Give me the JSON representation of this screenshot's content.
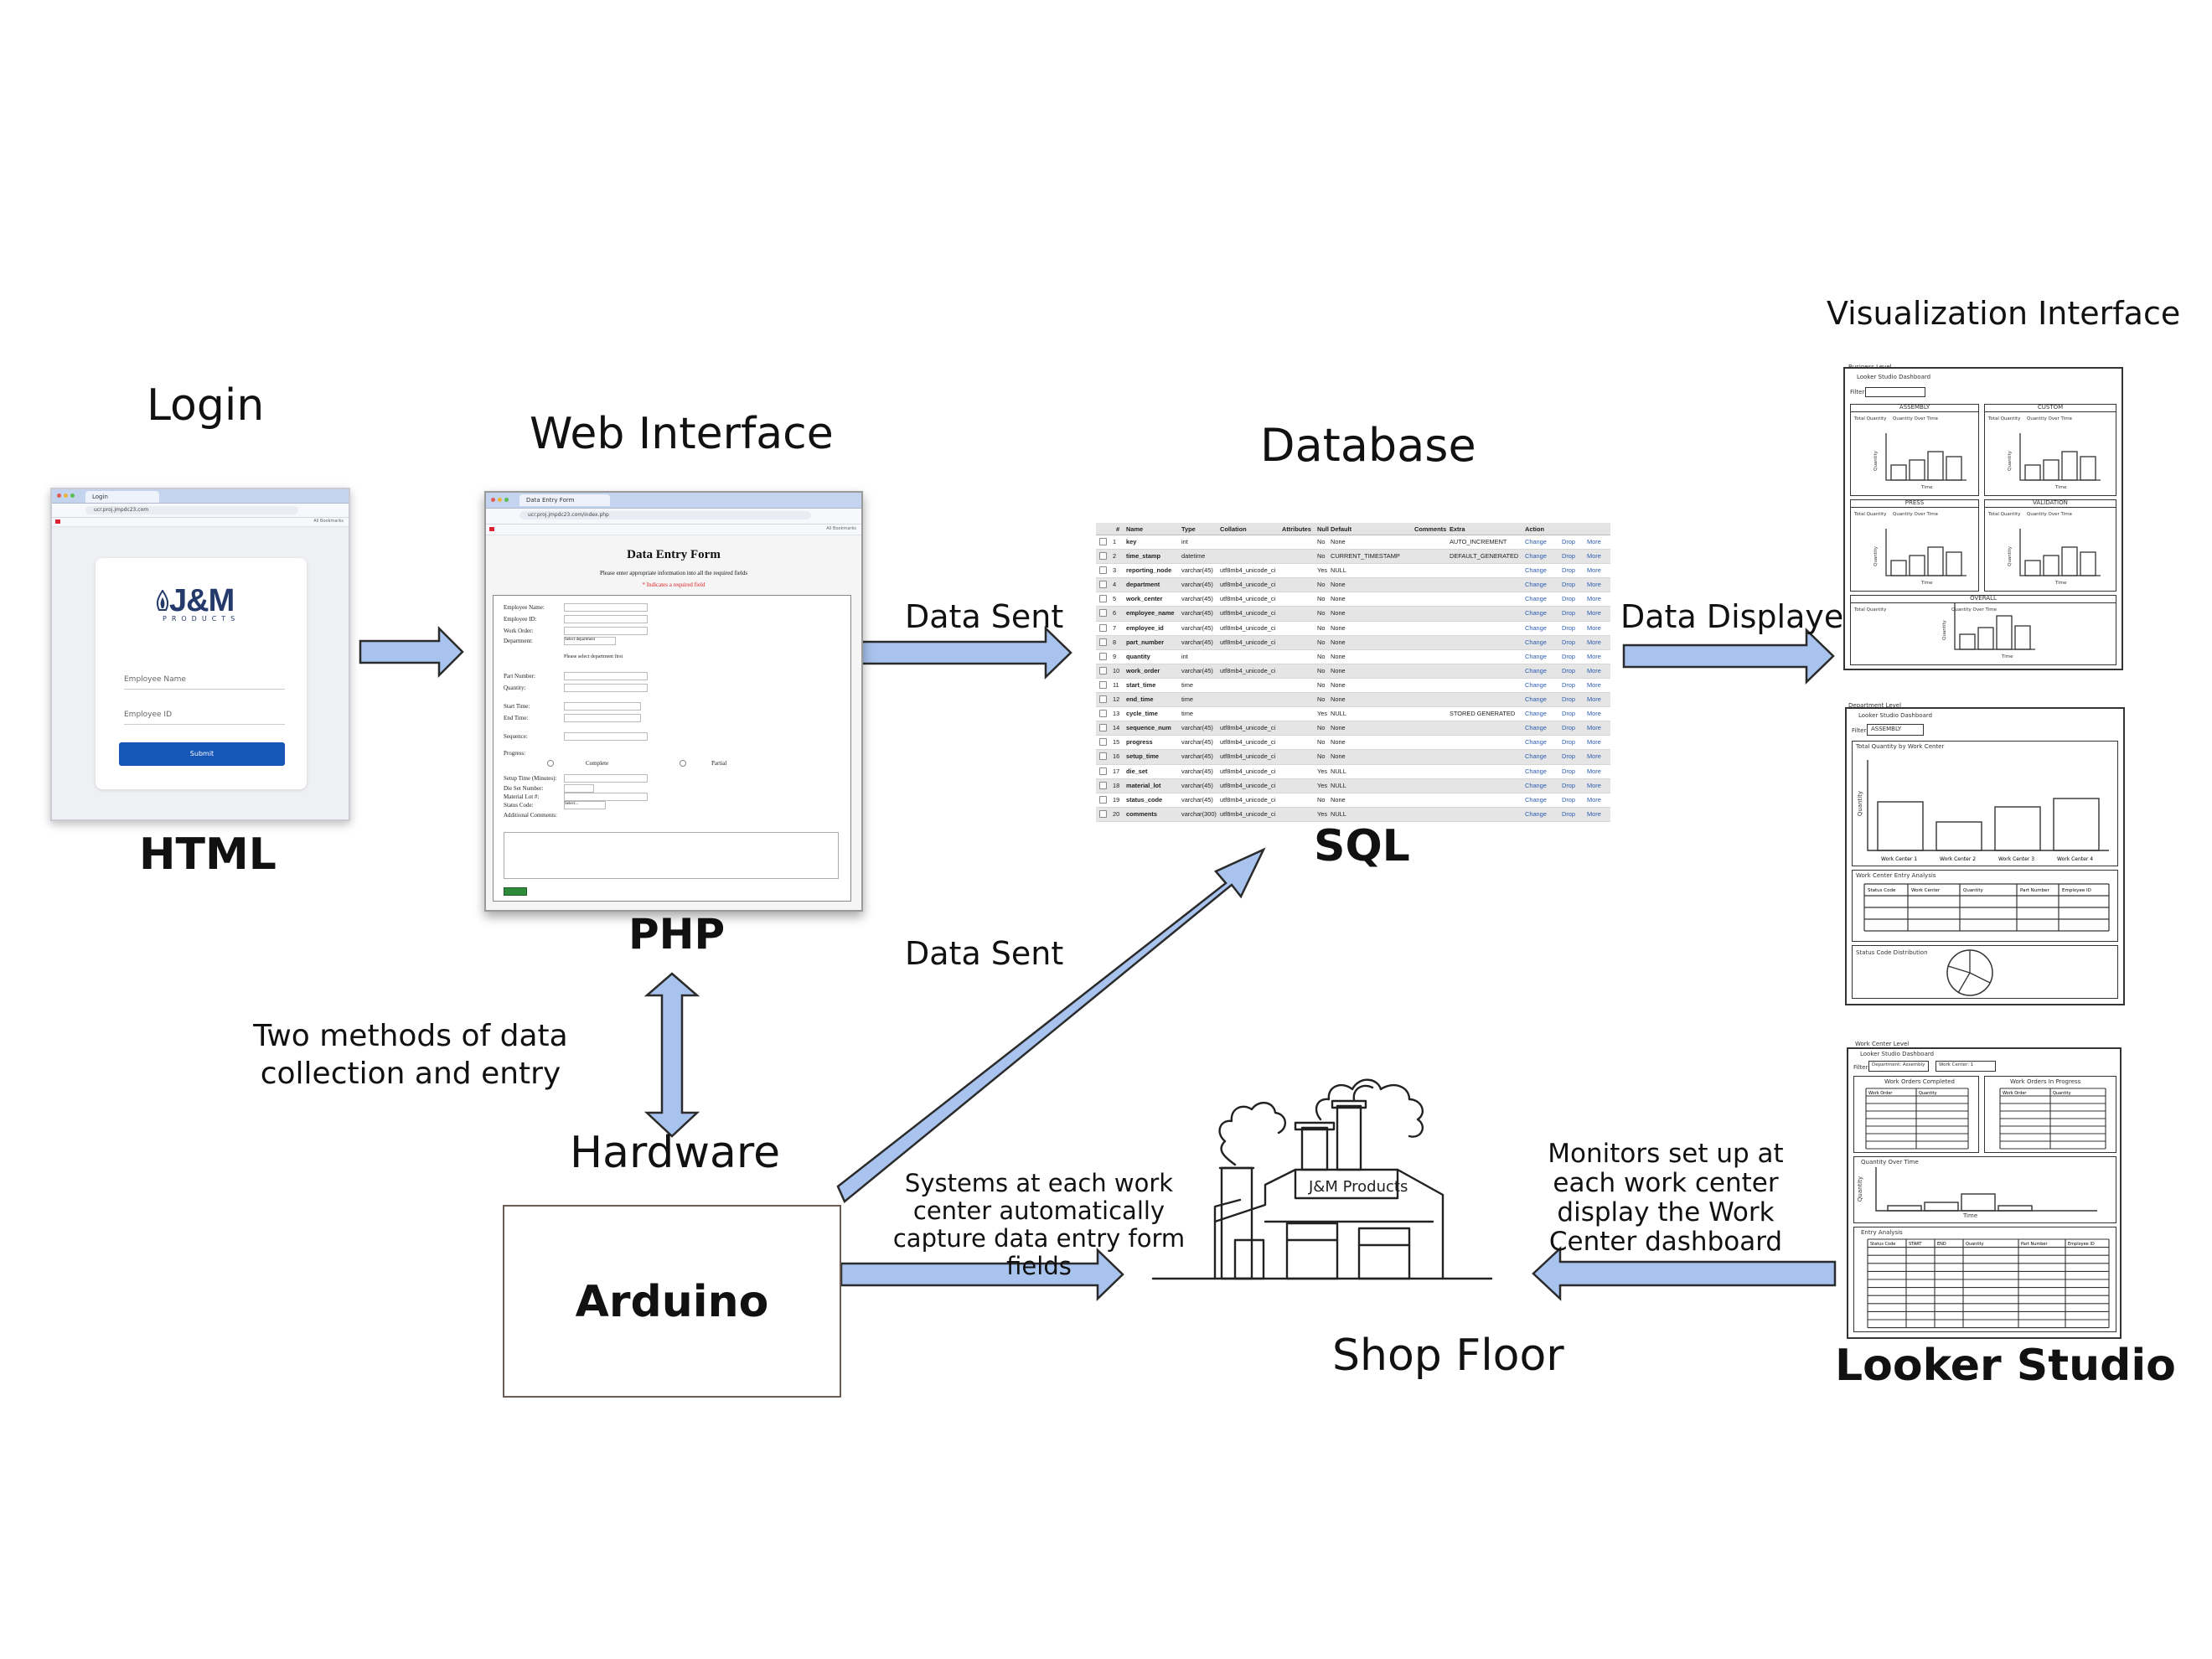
{
  "labels": {
    "login": "Login",
    "web_interface": "Web Interface",
    "database": "Database",
    "visualization_interface": "Visualization Interface",
    "html": "HTML",
    "php": "PHP",
    "sql": "SQL",
    "looker_studio": "Looker Studio",
    "hardware": "Hardware",
    "arduino": "Arduino",
    "shop_floor": "Shop Floor",
    "two_methods": "Two methods of data collection and entry",
    "data_sent_1": "Data Sent",
    "data_sent_2": "Data Sent",
    "data_displayed": "Data Displayed",
    "systems_note": "Systems at each work center automatically capture data entry form fields",
    "monitors_note": "Monitors set up at each work center display the Work Center dashboard"
  },
  "login_screen": {
    "tab_title": "Login",
    "url": "ucr.proj.jmpdc23.com",
    "bookmarks": "All Bookmarks",
    "logo_text": "J&M",
    "logo_sub": "PRODUCTS",
    "employee_name": "Employee Name",
    "employee_id": "Employee ID",
    "submit": "Submit"
  },
  "form_screen": {
    "tab_title": "Data Entry Form",
    "url": "ucr.proj.jmpdc23.com/index.php",
    "bookmarks": "All Bookmarks",
    "title": "Data Entry Form",
    "subtitle": "Please enter appropriate information into all the required fields",
    "required_note": "* Indicates a required field",
    "fields": [
      "Employee Name:",
      "Employee ID:",
      "Work Order:",
      "Department:",
      "Part Number:",
      "Quantity:",
      "Start Time:",
      "End Time:",
      "Sequence:",
      "Progress:",
      "Setup Time (Minutes):",
      "Die Set Number:",
      "Material Lot #:",
      "Status Code:",
      "Additional Comments:"
    ],
    "department_placeholder": "Select department",
    "department_hint": "Please select department first",
    "progress_complete": "Complete",
    "progress_partial": "Partial",
    "status_select": "Select..."
  },
  "sql_table": {
    "headers": [
      "#",
      "Name",
      "Type",
      "Collation",
      "Attributes",
      "Null",
      "Default",
      "Comments",
      "Extra",
      "Action"
    ],
    "rows": [
      [
        "1",
        "key",
        "int",
        "",
        "",
        "No",
        "None",
        "",
        "AUTO_INCREMENT"
      ],
      [
        "2",
        "time_stamp",
        "datetime",
        "",
        "",
        "No",
        "CURRENT_TIMESTAMP",
        "",
        "DEFAULT_GENERATED"
      ],
      [
        "3",
        "reporting_node",
        "varchar(45)",
        "utf8mb4_unicode_ci",
        "",
        "Yes",
        "NULL",
        "",
        ""
      ],
      [
        "4",
        "department",
        "varchar(45)",
        "utf8mb4_unicode_ci",
        "",
        "No",
        "None",
        "",
        ""
      ],
      [
        "5",
        "work_center",
        "varchar(45)",
        "utf8mb4_unicode_ci",
        "",
        "No",
        "None",
        "",
        ""
      ],
      [
        "6",
        "employee_name",
        "varchar(45)",
        "utf8mb4_unicode_ci",
        "",
        "No",
        "None",
        "",
        ""
      ],
      [
        "7",
        "employee_id",
        "varchar(45)",
        "utf8mb4_unicode_ci",
        "",
        "No",
        "None",
        "",
        ""
      ],
      [
        "8",
        "part_number",
        "varchar(45)",
        "utf8mb4_unicode_ci",
        "",
        "No",
        "None",
        "",
        ""
      ],
      [
        "9",
        "quantity",
        "int",
        "",
        "",
        "No",
        "None",
        "",
        ""
      ],
      [
        "10",
        "work_order",
        "varchar(45)",
        "utf8mb4_unicode_ci",
        "",
        "No",
        "None",
        "",
        ""
      ],
      [
        "11",
        "start_time",
        "time",
        "",
        "",
        "No",
        "None",
        "",
        ""
      ],
      [
        "12",
        "end_time",
        "time",
        "",
        "",
        "No",
        "None",
        "",
        ""
      ],
      [
        "13",
        "cycle_time",
        "time",
        "",
        "",
        "Yes",
        "NULL",
        "",
        "STORED GENERATED"
      ],
      [
        "14",
        "sequence_num",
        "varchar(45)",
        "utf8mb4_unicode_ci",
        "",
        "No",
        "None",
        "",
        ""
      ],
      [
        "15",
        "progress",
        "varchar(45)",
        "utf8mb4_unicode_ci",
        "",
        "No",
        "None",
        "",
        ""
      ],
      [
        "16",
        "setup_time",
        "varchar(45)",
        "utf8mb4_unicode_ci",
        "",
        "No",
        "None",
        "",
        ""
      ],
      [
        "17",
        "die_set",
        "varchar(45)",
        "utf8mb4_unicode_ci",
        "",
        "Yes",
        "NULL",
        "",
        ""
      ],
      [
        "18",
        "material_lot",
        "varchar(45)",
        "utf8mb4_unicode_ci",
        "",
        "Yes",
        "NULL",
        "",
        ""
      ],
      [
        "19",
        "status_code",
        "varchar(45)",
        "utf8mb4_unicode_ci",
        "",
        "No",
        "None",
        "",
        ""
      ],
      [
        "20",
        "comments",
        "varchar(300)",
        "utf8mb4_unicode_ci",
        "",
        "Yes",
        "NULL",
        "",
        ""
      ]
    ],
    "action_change": "Change",
    "action_drop": "Drop",
    "action_more": "More"
  },
  "sketches": {
    "business": {
      "level": "Business Level",
      "title": "Looker Studio Dashboard",
      "filter": "Filter:",
      "panels": [
        "ASSEMBLY",
        "CUSTOM",
        "PRESS",
        "VALIDATION",
        "OVERALL"
      ],
      "metric": "Total Quantity",
      "chart": "Quantity Over Time",
      "axis_y": "Quantity",
      "axis_x": "Time"
    },
    "department": {
      "level": "Department Level",
      "title": "Looker Studio Dashboard",
      "filter": "Filter:",
      "filter_value": "ASSEMBLY",
      "chart": "Total Quantity by Work Center",
      "axis_y": "Quantity",
      "bars": [
        "Work Center 1",
        "Work Center 2",
        "Work Center 3",
        "Work Center 4"
      ],
      "table_title": "Work Center Entry Analysis",
      "table_cols": [
        "Status Code",
        "Work Center",
        "Quantity",
        "Part Number",
        "Employee ID"
      ],
      "pie_title": "Status Code Distribution"
    },
    "workcenter": {
      "level": "Work Center Level",
      "title": "Looker Studio Dashboard",
      "filter": "Filter:",
      "filter_a": "Department: Assembly",
      "filter_b": "Work Center: 1",
      "left_table": "Work Orders Completed",
      "right_table": "Work Orders In Progress",
      "col_a": "Work Order",
      "col_b": "Quantity",
      "chart": "Quantity Over Time",
      "axis_y": "Quantity",
      "axis_x": "Time",
      "bottom_table": "Entry Analysis",
      "bottom_cols": [
        "Status Code",
        "START",
        "END",
        "Quantity",
        "Part Number",
        "Employee ID"
      ]
    }
  },
  "factory_sign": "J&M Products",
  "colors": {
    "arrow_fill": "#a8c3ee",
    "arrow_stroke": "#2b2b2b",
    "submit_blue": "#1556b7",
    "logo_navy": "#233a6b",
    "arduino_border": "#6b5d54"
  }
}
